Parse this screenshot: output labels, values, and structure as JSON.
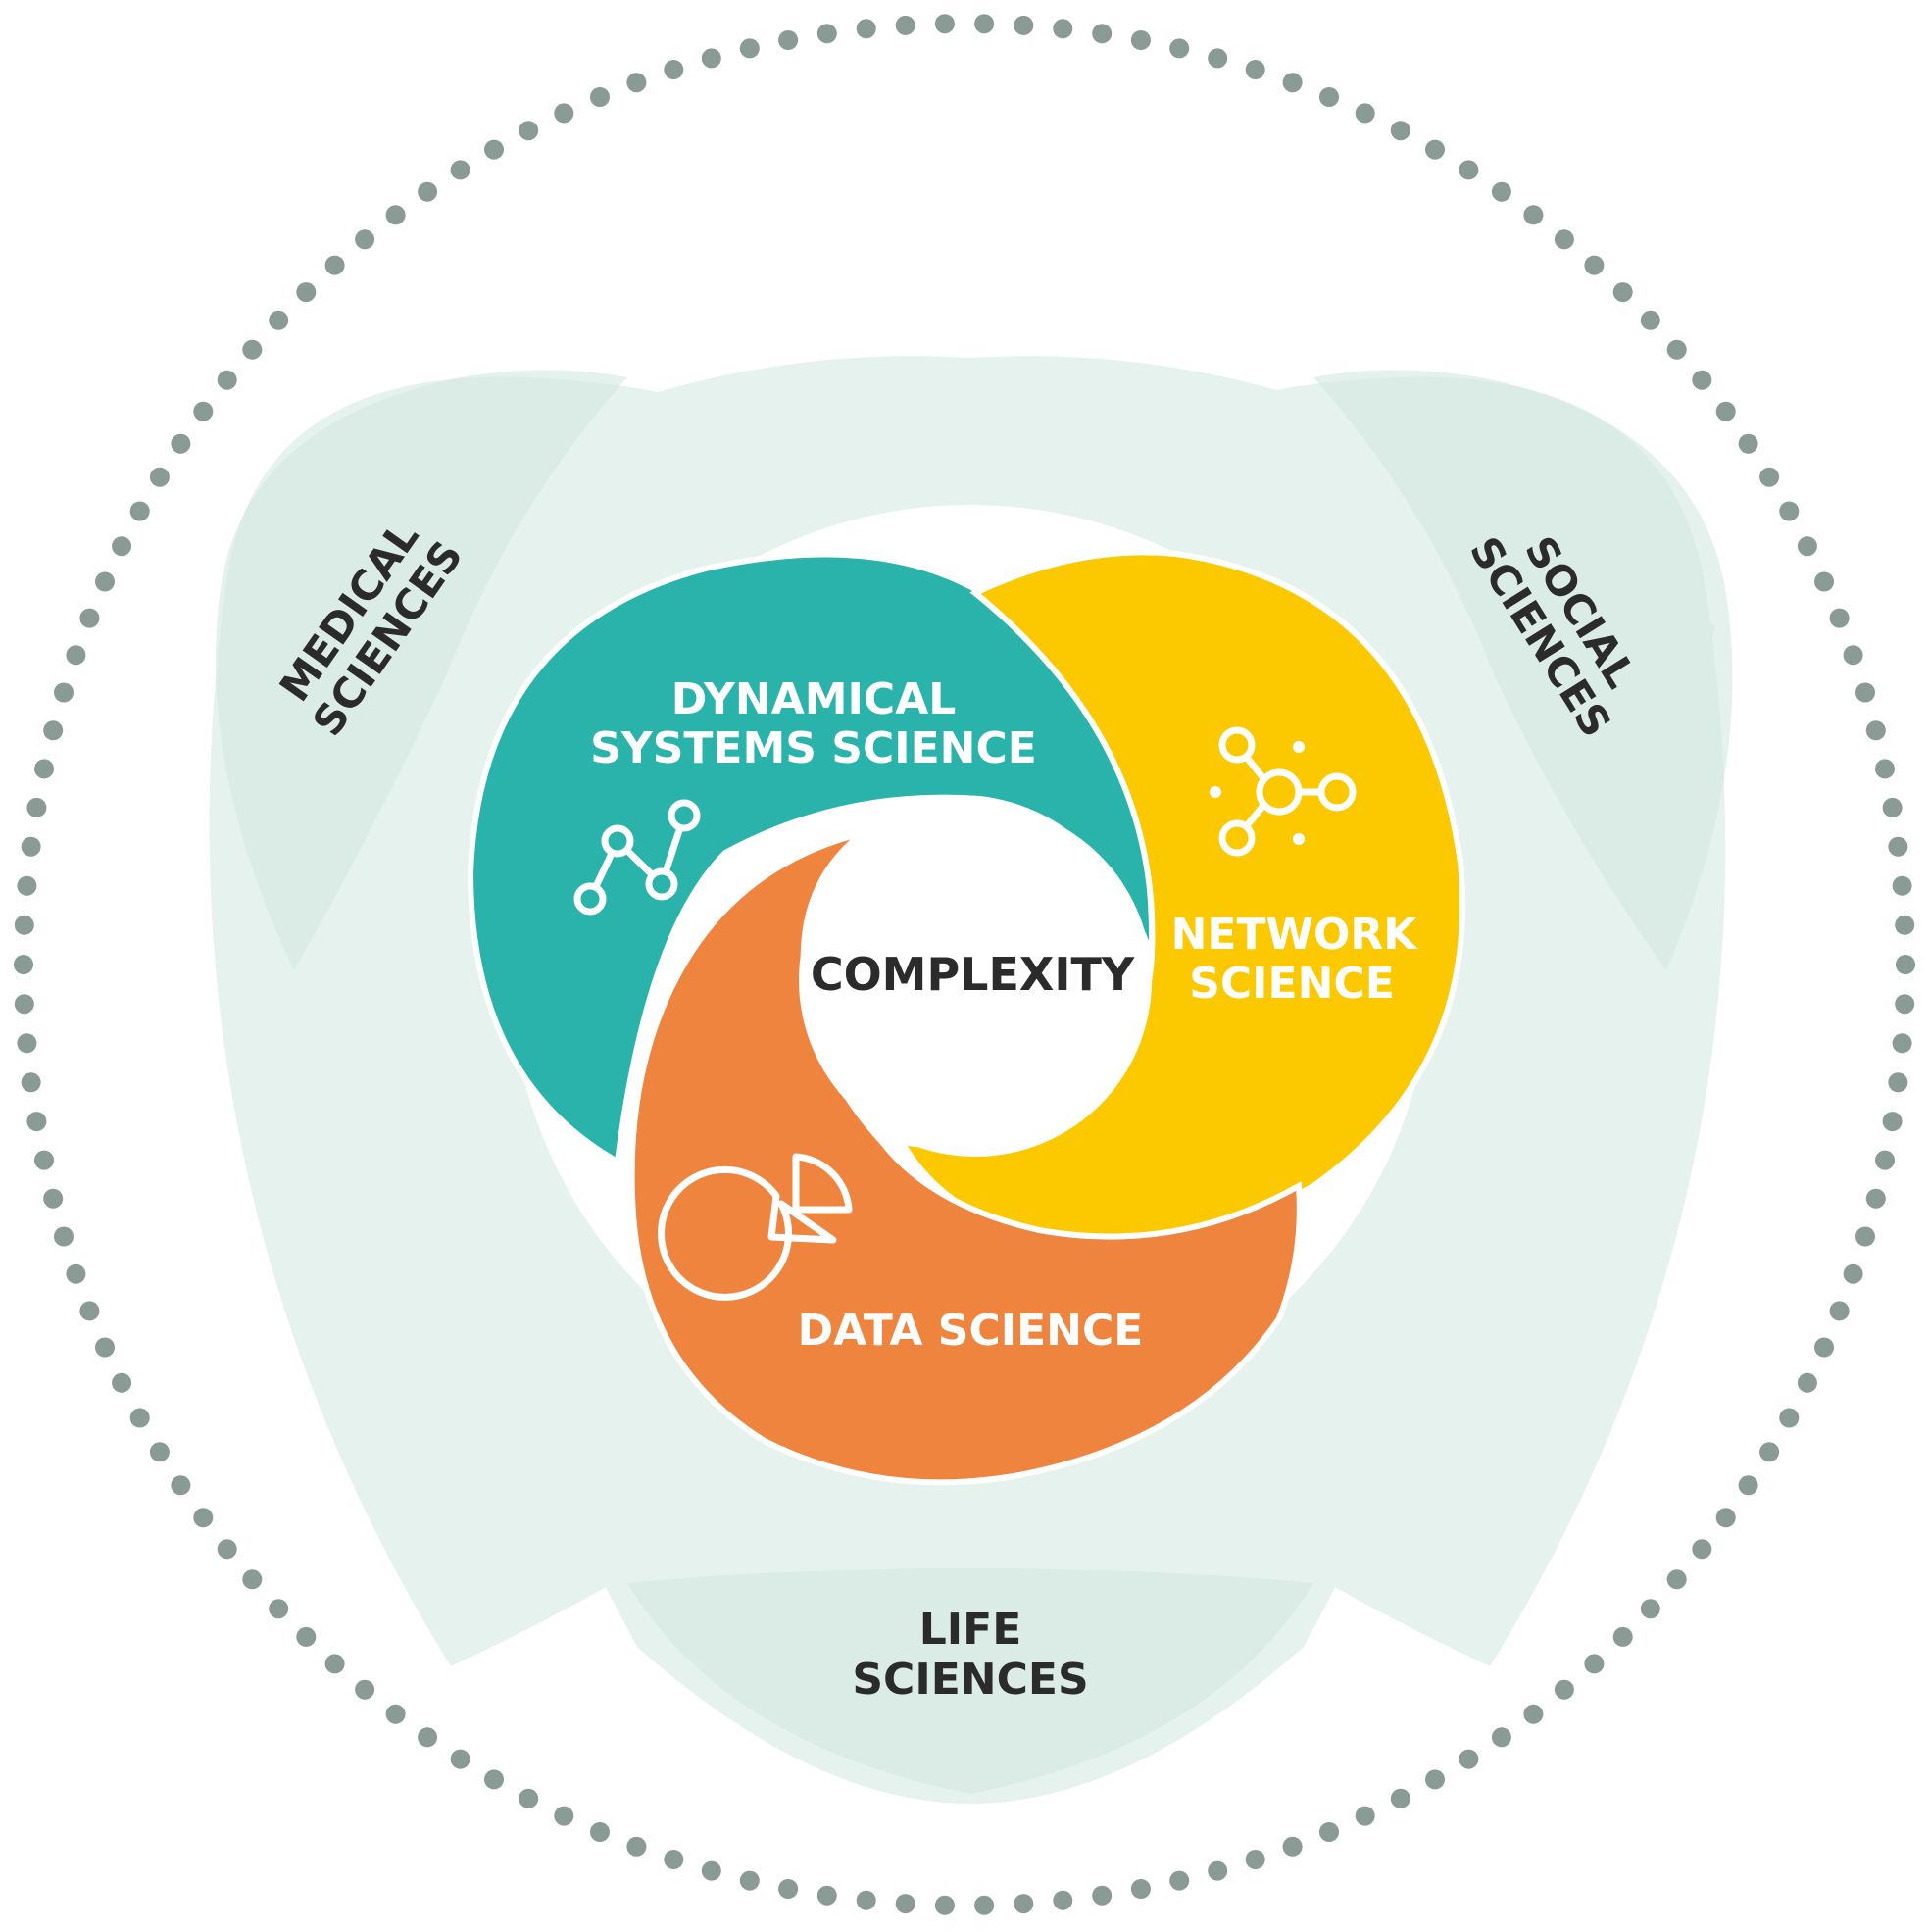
{
  "center": {
    "label": "COMPLEXITY"
  },
  "core_fields": {
    "dynamical": {
      "lines": [
        "DYNAMICAL",
        "SYSTEMS SCIENCE"
      ],
      "color": "#2ab3ab",
      "icon": "line-graph-icon"
    },
    "network": {
      "lines": [
        "NETWORK",
        "SCIENCE"
      ],
      "color": "#fcc800",
      "icon": "network-nodes-icon"
    },
    "data": {
      "lines": [
        "DATA SCIENCE"
      ],
      "color": "#ef843f",
      "icon": "pie-chart-icon"
    }
  },
  "domains": {
    "medical": {
      "lines": [
        "MEDICAL",
        "SCIENCES"
      ]
    },
    "social": {
      "lines": [
        "SOCIAL",
        "SCIENCES"
      ]
    },
    "life": {
      "lines": [
        "LIFE",
        "SCIENCES"
      ]
    }
  },
  "colors": {
    "domain_fill": "#d2e8df",
    "dot_ring": "#8a9a95",
    "background": "#ffffff",
    "label_dark": "#2b2b2b"
  }
}
